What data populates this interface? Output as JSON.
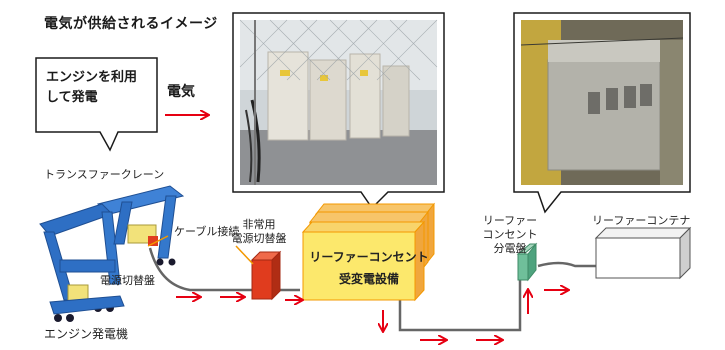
{
  "title": "電気が供給されるイメージ",
  "speech_bubble": {
    "line1": "エンジンを利用",
    "line2": "して発電"
  },
  "electricity_label": "電気",
  "labels": {
    "crane": "トランスファークレーン",
    "cable": "ケーブル接続",
    "power_switch": "電源切替盤",
    "emergency_line1": "非常用",
    "emergency_line2": "電源切替盤",
    "generator": "エンジン発電機",
    "substation_line1": "リーファーコンセント",
    "substation_line2": "受変電設備",
    "panel_line1": "リーファー",
    "panel_line2": "コンセント",
    "panel_line3": "分電盤",
    "container": "リーファーコンテナ"
  },
  "colors": {
    "arrow": "#e60012",
    "crane": "#2e6fc4",
    "emergency": "#e03c1e",
    "substation": "#fce86c",
    "substation_border": "#f39800",
    "cable": "#666666",
    "panel": "#6fbf9a"
  }
}
